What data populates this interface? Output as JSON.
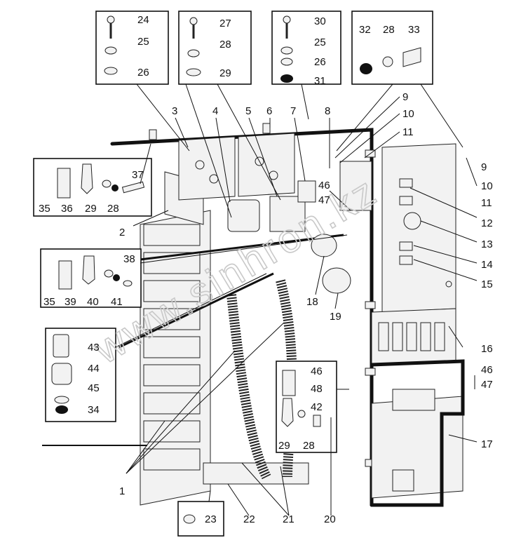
{
  "labels": {
    "l1": "1",
    "l2": "2",
    "l3": "3",
    "l4": "4",
    "l5": "5",
    "l6": "6",
    "l7": "7",
    "l8": "8",
    "l9a": "9",
    "l9b": "9",
    "l10a": "10",
    "l10b": "10",
    "l11a": "11",
    "l11b": "11",
    "l12": "12",
    "l13": "13",
    "l14": "14",
    "l15": "15",
    "l16": "16",
    "l17": "17",
    "l18": "18",
    "l19": "19",
    "l20": "20",
    "l21": "21",
    "l22": "22",
    "l23": "23",
    "b1_24": "24",
    "b1_25": "25",
    "b1_26": "26",
    "b2_27": "27",
    "b2_28": "28",
    "b2_29": "29",
    "b3_30": "30",
    "b3_25": "25",
    "b3_26": "26",
    "b3_31": "31",
    "b4_32": "32",
    "b4_28": "28",
    "b4_33": "33",
    "b5_35": "35",
    "b5_36": "36",
    "b5_29": "29",
    "b5_28": "28",
    "b5_37": "37",
    "b6_35": "35",
    "b6_39": "39",
    "b6_40": "40",
    "b6_41": "41",
    "b6_38": "38",
    "b7_43": "43",
    "b7_44": "44",
    "b7_45": "45",
    "b7_34": "34",
    "b8_46": "46",
    "b8_48": "48",
    "b8_42": "42",
    "b8_29": "29",
    "b8_28": "28",
    "l46a": "46",
    "l47a": "47",
    "l46b": "46",
    "l47b": "47"
  },
  "watermark": "www.sinhron.kz"
}
